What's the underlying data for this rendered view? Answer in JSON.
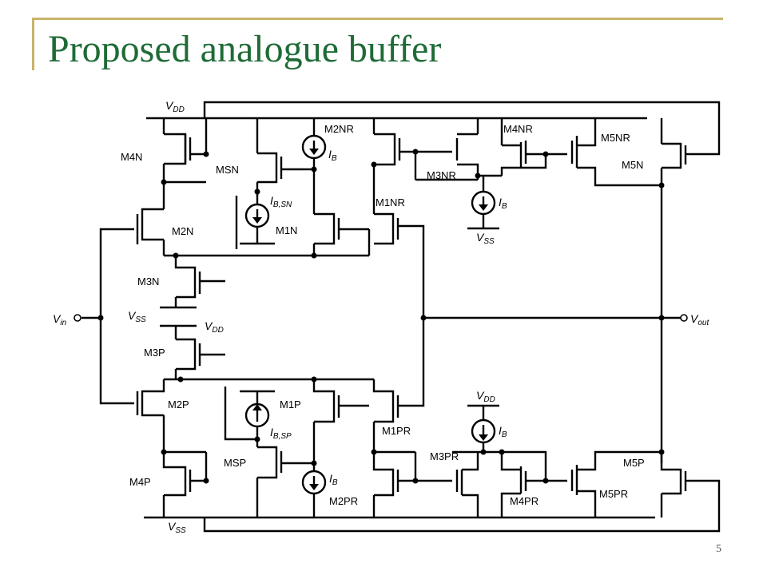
{
  "slide": {
    "title": "Proposed analogue buffer",
    "page_number": "5"
  },
  "labels": {
    "vdd_top": "V",
    "vdd_top_sub": "DD",
    "vss_mid": "V",
    "vss_mid_sub": "SS",
    "vdd_mid": "V",
    "vdd_mid_sub": "DD",
    "vss_bottom": "V",
    "vss_bottom_sub": "SS",
    "vdd_right": "V",
    "vdd_right_sub": "DD",
    "vss_right": "V",
    "vss_right_sub": "SS",
    "vin": "V",
    "vin_sub": "in",
    "vout": "V",
    "vout_sub": "out",
    "ib1": "I",
    "ib1_sub": "B",
    "ib2": "I",
    "ib2_sub": "B",
    "ib3": "I",
    "ib3_sub": "B",
    "ib4": "I",
    "ib4_sub": "B",
    "ibsn": "I",
    "ibsn_sub": "B,SN",
    "ibsp": "I",
    "ibsp_sub": "B,SP",
    "m4n": "M4N",
    "m2n": "M2N",
    "m3n": "M3N",
    "msn": "MSN",
    "m1n": "M1N",
    "m2nr": "M2NR",
    "m1nr": "M1NR",
    "m3nr": "M3NR",
    "m4nr": "M4NR",
    "m5nr": "M5NR",
    "m5n": "M5N",
    "m3p": "M3P",
    "m2p": "M2P",
    "m4p": "M4P",
    "m1p": "M1P",
    "msp": "MSP",
    "m2pr": "M2PR",
    "m1pr": "M1PR",
    "m3pr": "M3PR",
    "m4pr": "M4PR",
    "m5pr": "M5PR",
    "m5p": "M5P"
  }
}
